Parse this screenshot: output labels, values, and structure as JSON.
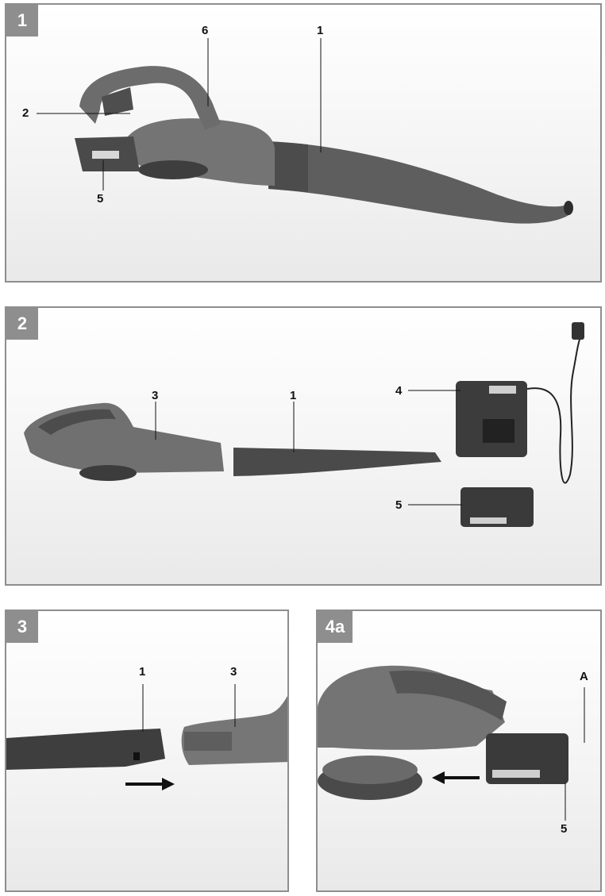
{
  "figures": [
    {
      "id": "1",
      "callouts": {
        "n1": "1",
        "n2": "2",
        "n5": "5",
        "n6": "6"
      }
    },
    {
      "id": "2",
      "callouts": {
        "n1": "1",
        "n3": "3",
        "n4": "4",
        "n5": "5"
      }
    },
    {
      "id": "3",
      "callouts": {
        "n1": "1",
        "n3": "3"
      }
    },
    {
      "id": "4a",
      "callouts": {
        "n5": "5",
        "nA": "A"
      }
    }
  ],
  "colors": {
    "frame": "#8e8e8e",
    "device": "#6f6f6f",
    "dark": "#3a3a3a",
    "label_bg": "#8e8e8e"
  }
}
